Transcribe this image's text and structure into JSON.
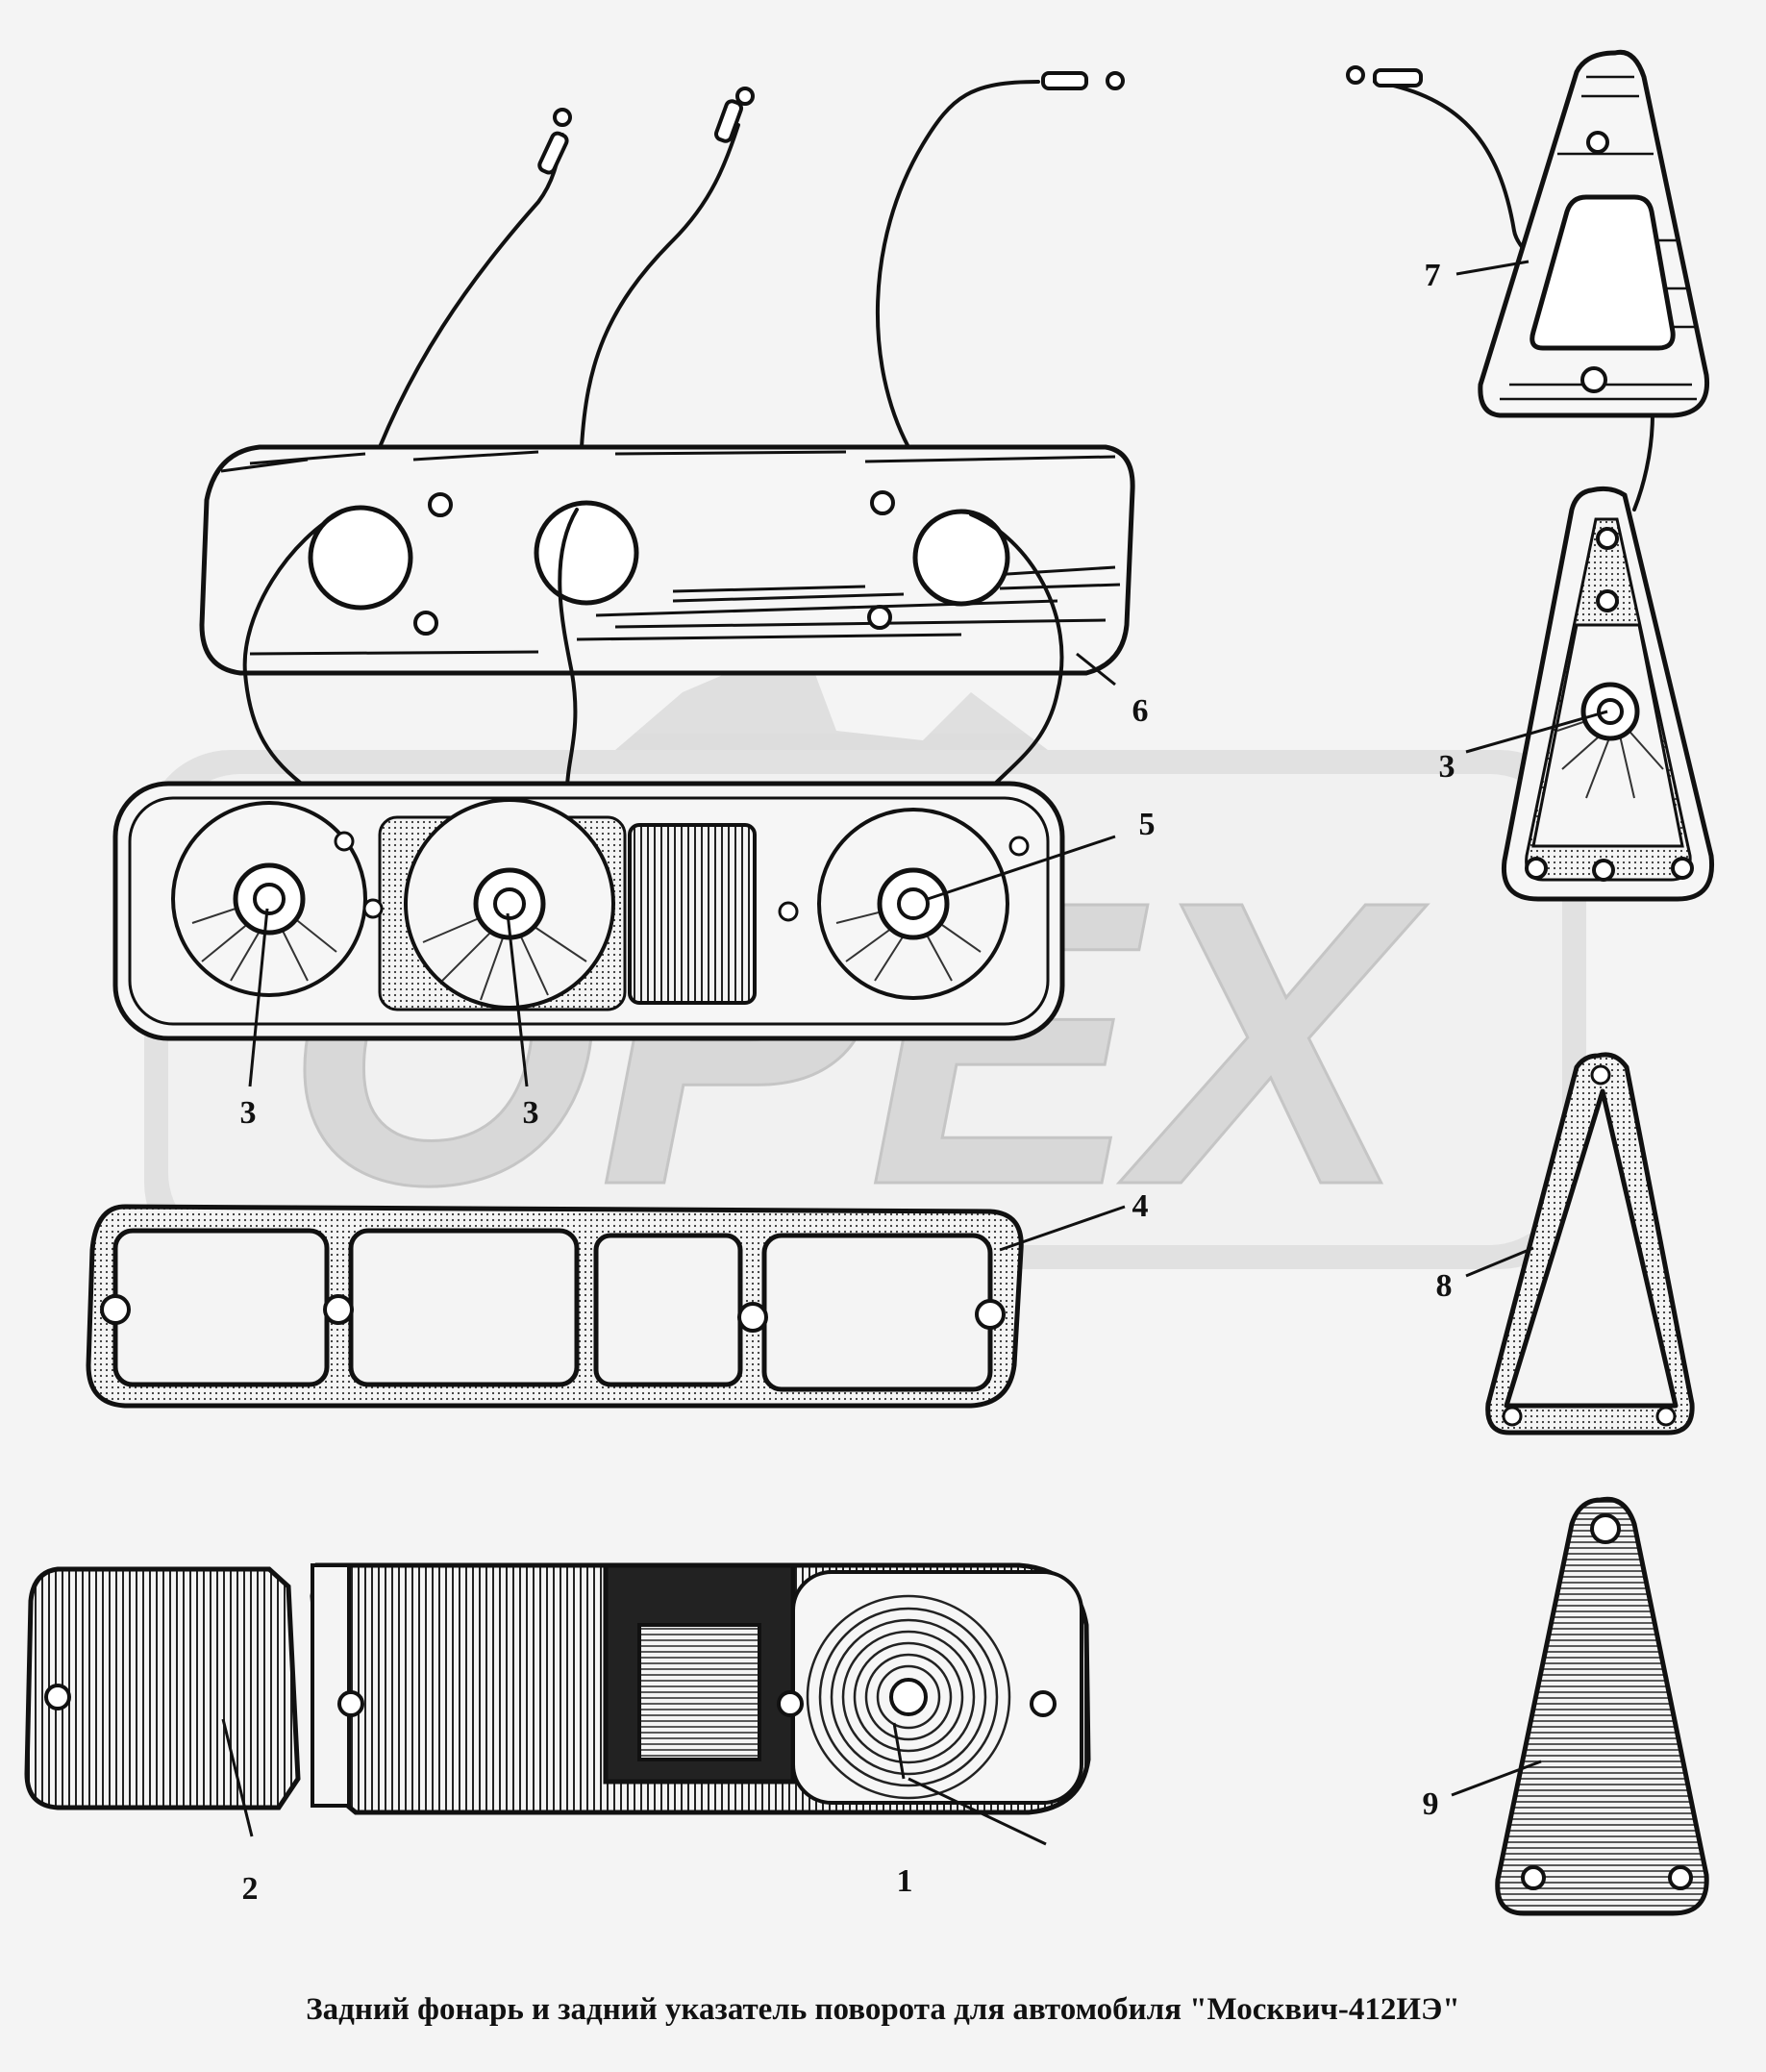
{
  "callouts": [
    {
      "id": "1",
      "label": "1"
    },
    {
      "id": "2",
      "label": "2"
    },
    {
      "id": "3a",
      "label": "3"
    },
    {
      "id": "3b",
      "label": "3"
    },
    {
      "id": "3c",
      "label": "3"
    },
    {
      "id": "4",
      "label": "4"
    },
    {
      "id": "5",
      "label": "5"
    },
    {
      "id": "6",
      "label": "6"
    },
    {
      "id": "7",
      "label": "7"
    },
    {
      "id": "8",
      "label": "8"
    },
    {
      "id": "9",
      "label": "9"
    }
  ],
  "watermark": {
    "text": "OPEX",
    "color": "#d4d4d4"
  },
  "caption": "Задний фонарь и задний указатель поворота для автомобиля  \"Москвич-412ИЭ\"",
  "colors": {
    "ink": "#111111",
    "paper": "#f4f4f4",
    "watermark": "#d4d4d4"
  }
}
